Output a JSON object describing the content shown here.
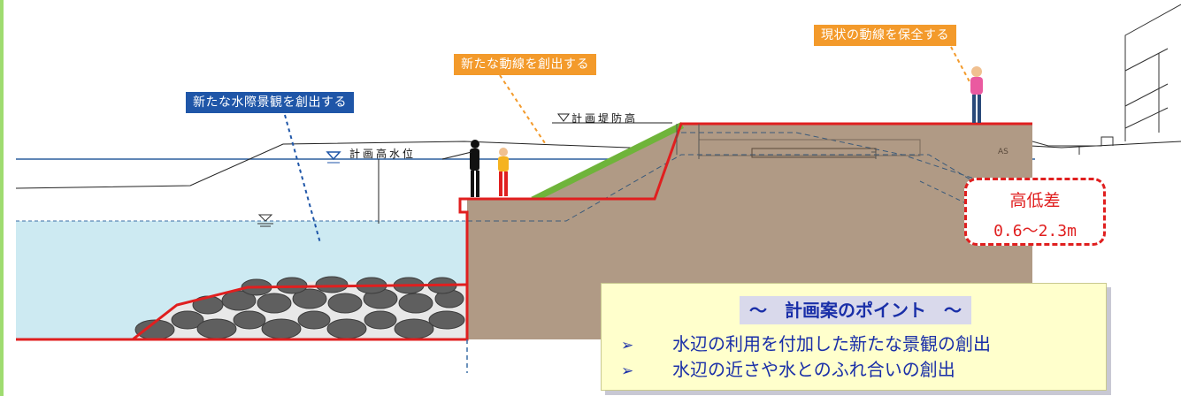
{
  "labels": {
    "waterfront_landscape": "新たな水際景観を創出する",
    "new_flow": "新たな動線を創出する",
    "preserve_flow": "現状の動線を保全する",
    "planned_embankment": "計画堤防高",
    "planned_high_water": "計画高水位",
    "as_mark": "AS"
  },
  "height_difference": {
    "title": "高低差",
    "value": "0.6～2.3m"
  },
  "points": {
    "title": "～　計画案のポイント　～",
    "items": [
      "水辺の利用を付加した新たな景観の創出",
      "水辺の近さや水とのふれ合いの創出"
    ]
  },
  "colors": {
    "red_line": "#e01f1f",
    "earth": "#b09a85",
    "water": "#cdeaf2",
    "blue_box": "#1f56a8",
    "orange_box": "#f39a2b",
    "point_text": "#1a2fa8"
  },
  "icons": {
    "list_bullet": "➢",
    "water_level_marker": "▽"
  }
}
